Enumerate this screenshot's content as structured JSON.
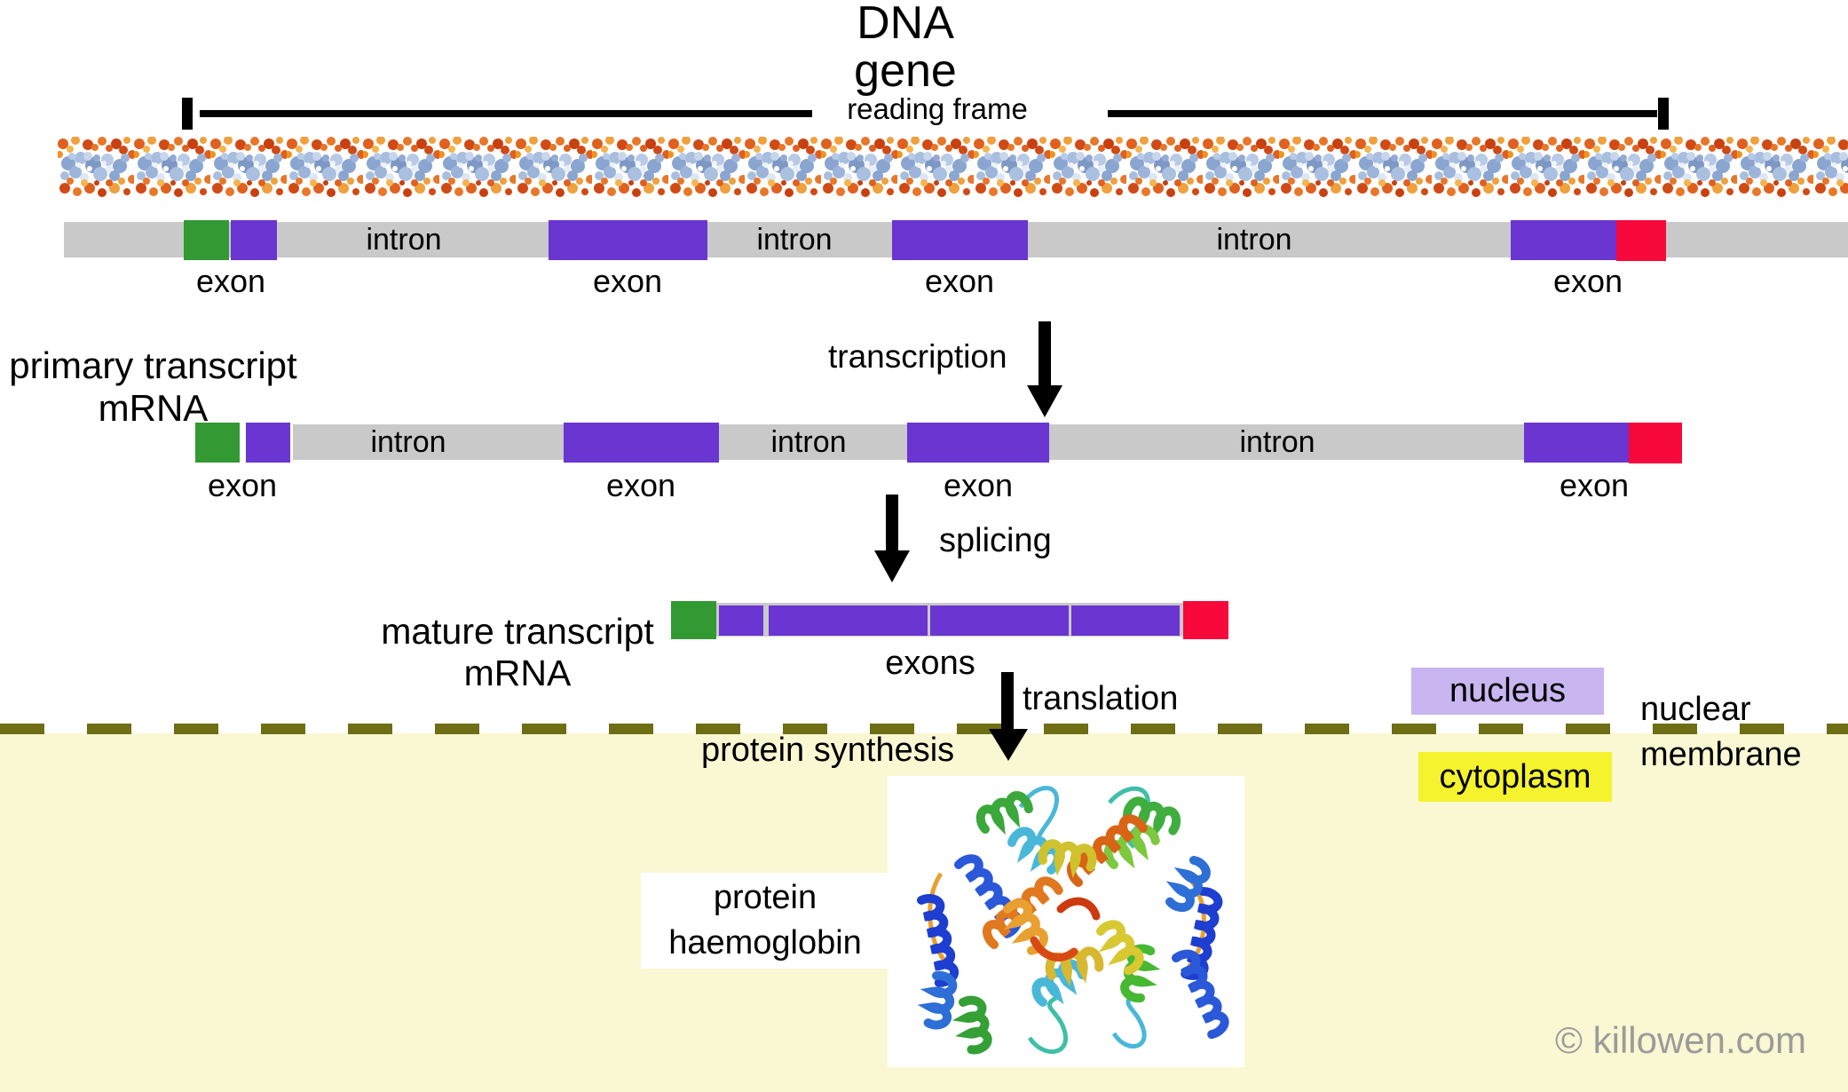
{
  "title": {
    "dna": "DNA",
    "gene": "gene",
    "reading_frame": "reading frame"
  },
  "labels": {
    "intron": "intron",
    "exon": "exon",
    "exons": "exons"
  },
  "process": {
    "transcription": "transcription",
    "splicing": "splicing",
    "translation": "translation",
    "protein_synthesis": "protein synthesis"
  },
  "transcripts": {
    "primary": {
      "line1": "primary transcript",
      "line2": "mRNA"
    },
    "mature": {
      "line1": "mature transcript",
      "line2": "mRNA"
    }
  },
  "compartments": {
    "nucleus": "nucleus",
    "cytoplasm": "cytoplasm",
    "nuclear_membrane": {
      "line1": "nuclear",
      "line2": "membrane"
    }
  },
  "protein": {
    "line1": "protein",
    "line2": "haemoglobin"
  },
  "watermark": {
    "text": "© killowen.com"
  },
  "colors": {
    "gene_bar_gray": "#c9c9c9",
    "exon_purple": "#6a35d0",
    "cap_green": "#339933",
    "cap_red": "#f8093c",
    "nucleus_lavender": "#c9b5f0",
    "cytoplasm_yellow": "#f5f32e",
    "cytoplasm_bg": "#faf8d2",
    "membrane_olive": "#6e6e14",
    "watermark_gray": "#9b9b9b",
    "dna_orange": "#e06020",
    "dna_blue": "#8aa6d0"
  }
}
